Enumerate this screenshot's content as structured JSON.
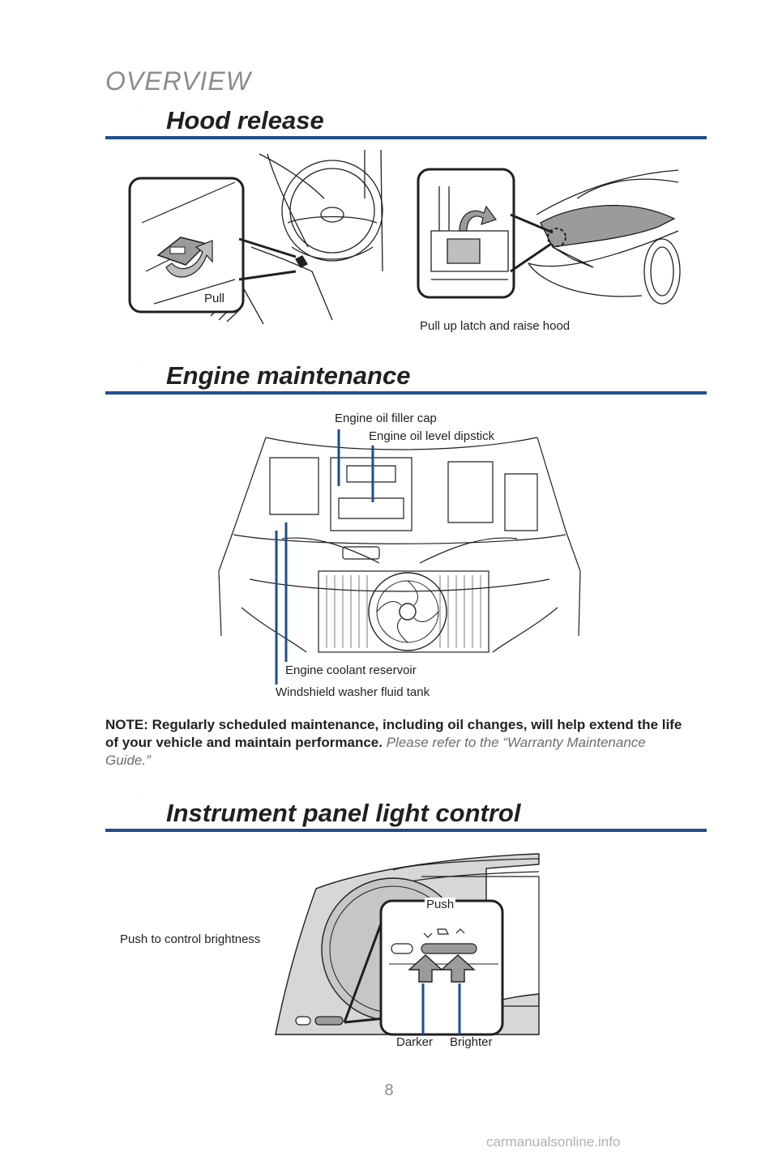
{
  "page": {
    "overview": "OVERVIEW",
    "page_number": "8",
    "watermark": "carmanualsonline.info"
  },
  "sections": {
    "hood_release": {
      "title": "Hood release",
      "labels": {
        "pull": "Pull",
        "pull_up": "Pull up latch and raise hood"
      }
    },
    "engine_maintenance": {
      "title": "Engine maintenance",
      "labels": {
        "oil_filler_cap": "Engine oil filler cap",
        "oil_dipstick": "Engine oil level dipstick",
        "coolant": "Engine coolant reservoir",
        "washer": "Windshield washer fluid tank"
      },
      "note_bold": "NOTE: Regularly scheduled maintenance, including oil changes, will help extend the life of your vehicle and maintain performance.",
      "note_italic": "Please refer to the “Warranty Maintenance Guide.”"
    },
    "instrument_panel": {
      "title": "Instrument panel light control",
      "labels": {
        "push_to_control": "Push to control brightness",
        "push": "Push",
        "darker": "Darker",
        "brighter": "Brighter"
      }
    }
  },
  "colors": {
    "accent": "#1f4e8c",
    "text": "#231f20",
    "muted": "#8a8c8e",
    "callout_line": "#1f4e8c"
  }
}
